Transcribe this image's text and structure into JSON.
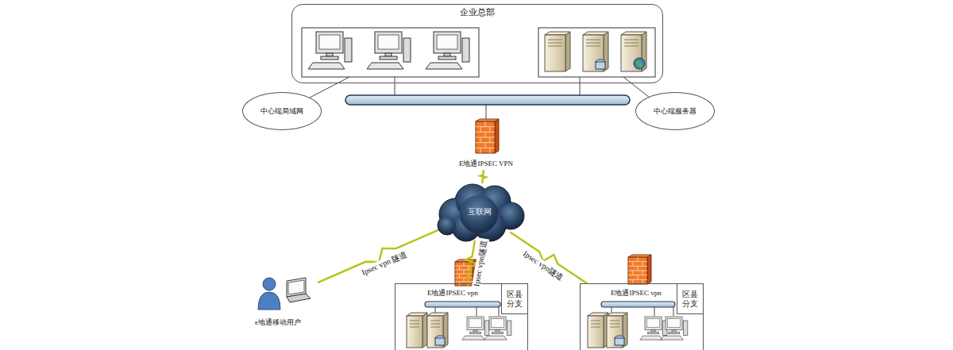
{
  "diagram": {
    "nodes": [
      {
        "text": [
          "企业总部"
        ]
      },
      {
        "text": [
          "中心端局域网"
        ]
      },
      {
        "text": [
          "中心端服务器"
        ]
      },
      {
        "text": [
          "E地通IPSEC VPN"
        ]
      },
      {
        "text": [
          "互联网"
        ]
      },
      {
        "text": [
          "e地通移动用户"
        ]
      },
      {
        "text": [
          "E地通IPSEC vpn"
        ]
      },
      {
        "text": [
          "区县分支"
        ],
        "in": 6
      },
      {
        "text": [
          "E地通IPSEC vpn"
        ]
      },
      {
        "text": [
          "区县分支"
        ],
        "in": 8
      }
    ],
    "edges": [
      {
        "from": 3,
        "to": 4,
        "arrow": "none"
      },
      {
        "from": 4,
        "to": 5,
        "arrow": "none",
        "label": "Ipsec vpn 隧道"
      },
      {
        "from": 4,
        "to": 6,
        "arrow": "none",
        "label": "Ipsec vpn隧道"
      },
      {
        "from": 4,
        "to": 8,
        "arrow": "none",
        "label": "Ipsec vpn隧道"
      }
    ]
  }
}
